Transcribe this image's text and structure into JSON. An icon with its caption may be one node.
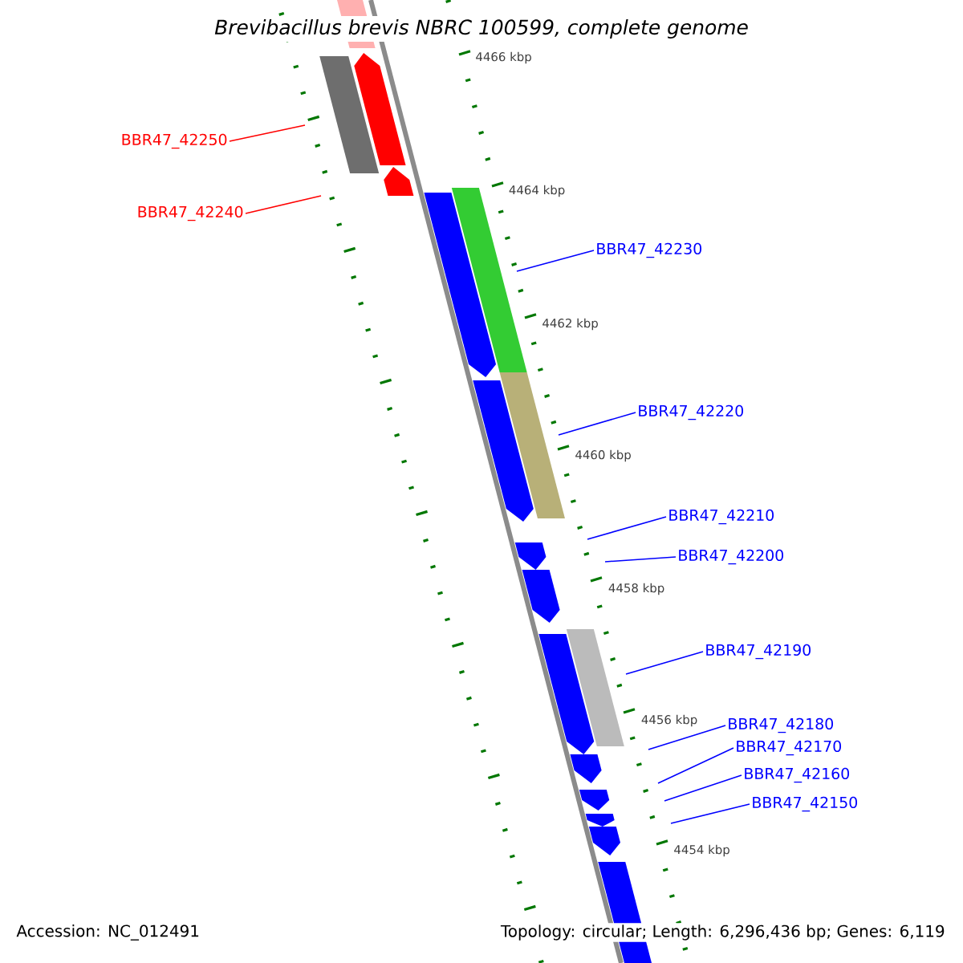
{
  "diagram": {
    "title": "Brevibacillus brevis NBRC 100599, complete genome",
    "nodes": [
      {
        "text": [
          "BBR47_42250"
        ]
      },
      {
        "text": [
          "BBR47_42240"
        ]
      },
      {
        "text": [
          "BBR47_42230"
        ]
      },
      {
        "text": [
          "BBR47_42220"
        ]
      },
      {
        "text": [
          "BBR47_42210"
        ]
      },
      {
        "text": [
          "BBR47_42200"
        ]
      },
      {
        "text": [
          "BBR47_42190"
        ]
      },
      {
        "text": [
          "BBR47_42180"
        ]
      },
      {
        "text": [
          "BBR47_42170"
        ]
      },
      {
        "text": [
          "BBR47_42160"
        ]
      },
      {
        "text": [
          "BBR47_42150"
        ]
      }
    ],
    "edges": [
      {
        "from": 0,
        "to": null,
        "arrow": "none",
        "color": "#ff0000"
      },
      {
        "from": 1,
        "to": null,
        "arrow": "none",
        "color": "#ff0000"
      },
      {
        "from": 2,
        "to": null,
        "arrow": "none"
      },
      {
        "from": 3,
        "to": null,
        "arrow": "none"
      },
      {
        "from": 4,
        "to": null,
        "arrow": "none"
      },
      {
        "from": 5,
        "to": null,
        "arrow": "none"
      },
      {
        "from": 6,
        "to": null,
        "arrow": "none"
      },
      {
        "from": 7,
        "to": null,
        "arrow": "none"
      },
      {
        "from": 8,
        "to": null,
        "arrow": "none"
      },
      {
        "from": 9,
        "to": null,
        "arrow": "none"
      },
      {
        "from": 10,
        "to": null,
        "arrow": "none"
      }
    ],
    "labels": [
      "4466 kbp",
      "4464 kbp",
      "4462 kbp",
      "4460 kbp",
      "4458 kbp",
      "4456 kbp",
      "4454 kbp",
      "Accession: NC_012491",
      "Topology: circular; Length: 6,296,436 bp; Genes: 6,119"
    ]
  }
}
